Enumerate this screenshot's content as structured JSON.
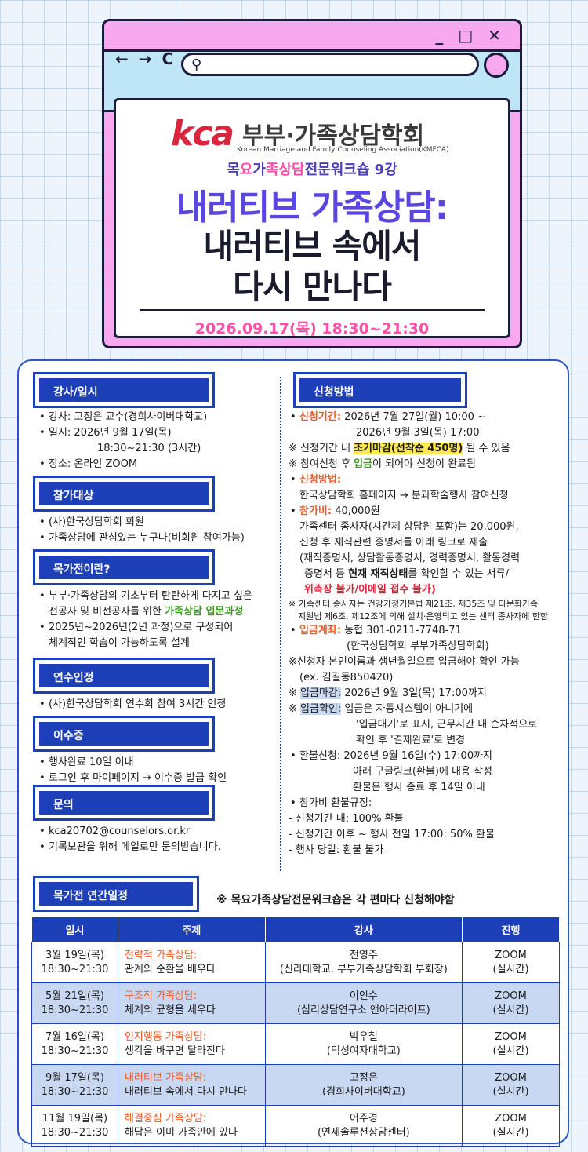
{
  "window": {
    "controls": "_ □ ✕",
    "nav": "← → C"
  },
  "header": {
    "logo_text": "kca",
    "org_name": "부부·가족상담학회",
    "org_en": "Korean Marriage and Family Counseling Association(KMFCA)",
    "series_a": "목",
    "series_b": "요",
    "series_c": "가",
    "series_d": "족상담",
    "series_e": "전",
    "series_f": "문워크숍 9강",
    "title_line1": "내러티브 가족상담:",
    "title_line2": "내러티브 속에서",
    "title_line3": "다시 만나다",
    "date": "2026.09.17(목) 18:30~21:30"
  },
  "sections": {
    "instructor": {
      "head": "강사/일시",
      "l1": "강사: 고정은 교수(경희사이버대학교)",
      "l2": "일시: 2026년 9월 17일(목)",
      "l3": "18:30~21:30 (3시간)",
      "l4": "장소: 온라인 ZOOM"
    },
    "target": {
      "head": "참가대상",
      "l1": "(사)한국상담학회 회원",
      "l2": "가족상담에 관심있는 누구나(비회원 참여가능)"
    },
    "about": {
      "head": "목가전이란?",
      "l1": "부부·가족상담의 기초부터 탄탄하게 다지고 싶은",
      "l2a": "전공자 및 비전공자를 위한 ",
      "l2b": "가족상담 입문과정",
      "l3": "2025년~2026년(2년 과정)으로 구성되어",
      "l4": "체계적인 학습이 가능하도록 설계"
    },
    "credit": {
      "head": "연수인정",
      "l1": "(사)한국상담학회 연수회 참여 3시간 인정"
    },
    "cert": {
      "head": "이수증",
      "l1": "행사완료 10일 이내",
      "l2": "로그인 후 마이페이지 → 이수증 발급 확인"
    },
    "contact": {
      "head": "문의",
      "l1": "kca20702@counselors.or.kr",
      "l2": "기록보관을 위해 메일로만 문의받습니다."
    },
    "apply": {
      "head": "신청방법",
      "period_label": "신청기간:",
      "period1": " 2026년 7월 27일(월) 10:00 ~",
      "period2": "2026년 9월 3일(목) 17:00",
      "early_a": "※ 신청기간 내 ",
      "early_b": "조기마감(선착순 450명)",
      "early_c": " 될 수 있음",
      "pay_a": "※ 참여신청 후 ",
      "pay_b": "입금",
      "pay_c": "이 되어야 신청이 완료됨",
      "method_label": "신청방법:",
      "method": "한국상담학회 홈페이지 → 분과학술행사 참여신청",
      "fee_label": "참가비:",
      "fee": " 40,000원",
      "fee2": "가족센터 종사자(시간제 상담원 포함)는 20,000원,",
      "fee3": "신청 후 재직관련 증명서를 아래 링크로 제출",
      "fee4": "(재직증명서, 상담활동증명서, 경력증명서, 활동경력",
      "fee5a": "증명서 등 ",
      "fee5b": "현재 재직상태",
      "fee5c": "를 확인할 수 있는 서류/",
      "fee6": "위촉장 불가/이메일 접수 불가)",
      "fee_note1": "※ 가족센터 종사자는 건강가정기본법 제21조, 제35조 및 다문화가족",
      "fee_note2": "지원법 제6조, 제12조에 의해 설치·운영되고 있는 센터 종사자에 한함",
      "acct_label": "입금계좌:",
      "acct1": " 농협 301-0211-7748-71",
      "acct2": "(한국상담학회 부부가족상담학회)",
      "name_note1": "※신청자 본인이름과 생년월일으로 입금해야 확인 가능",
      "name_note2": "(ex. 김길동850420)",
      "deadline_a": "※ ",
      "deadline_b": "입금마감:",
      "deadline_c": " 2026년 9월 3일(목) 17:00까지",
      "confirm_a": "※ ",
      "confirm_b": "입금확인:",
      "confirm_c": " 입금은 자동시스템이 아니기에",
      "confirm2": "'입금대기'로 표시, 근무시간 내 순차적으로",
      "confirm3": "확인 후 '결제완료'로 변경",
      "refund1": "환불신청: 2026년 9월 16일(수) 17:00까지",
      "refund2": "아래 구글링크(환불)에 내용 작성",
      "refund3": "환불은 행사 종료 후 14일 이내",
      "rule_head": "참가비 환불규정:",
      "rule1": "- 신청기간 내: 100% 환불",
      "rule2": "- 신청기간 이후 ~ 행사 전일 17:00: 50% 환불",
      "rule3": "- 행사 당일: 환불 불가"
    }
  },
  "schedule": {
    "head": "목가전 연간일정",
    "note": "※ 목요가족상담전문워크숍은 각 편마다 신청해야함",
    "columns": [
      "일시",
      "주제",
      "강사",
      "진행"
    ],
    "rows": [
      {
        "date": "3월 19일(목)",
        "time": "18:30~21:30",
        "topic_a": "전략적 가족상담:",
        "topic_b": "관계의 순환을 배우다",
        "lec1": "전영주",
        "lec2": "(신라대학교, 부부가족상담학회 부회장)",
        "p1": "ZOOM",
        "p2": "(실시간)"
      },
      {
        "date": "5월 21일(목)",
        "time": "18:30~21:30",
        "topic_a": "구조적 가족상담:",
        "topic_b": "체계의 균형을 세우다",
        "lec1": "이인수",
        "lec2": "(심리상담연구소 앤아더라이프)",
        "p1": "ZOOM",
        "p2": "(실시간)"
      },
      {
        "date": "7월 16일(목)",
        "time": "18:30~21:30",
        "topic_a": "인지행동 가족상담:",
        "topic_b": "생각을 바꾸면 달라진다",
        "lec1": "박우철",
        "lec2": "(덕성여자대학교)",
        "p1": "ZOOM",
        "p2": "(실시간)"
      },
      {
        "date": "9월 17일(목)",
        "time": "18:30~21:30",
        "topic_a": "내러티브 가족상담:",
        "topic_b": "내러티브 속에서 다시 만나다",
        "lec1": "고정은",
        "lec2": "(경희사이버대학교)",
        "p1": "ZOOM",
        "p2": "(실시간)"
      },
      {
        "date": "11월 19일(목)",
        "time": "18:30~21:30",
        "topic_a": "해결중심 가족상담:",
        "topic_b": "해답은 이미 가족안에 있다",
        "lec1": "어주경",
        "lec2": "(연세솔루션상담센터)",
        "p1": "ZOOM",
        "p2": "(실시간)"
      }
    ]
  }
}
